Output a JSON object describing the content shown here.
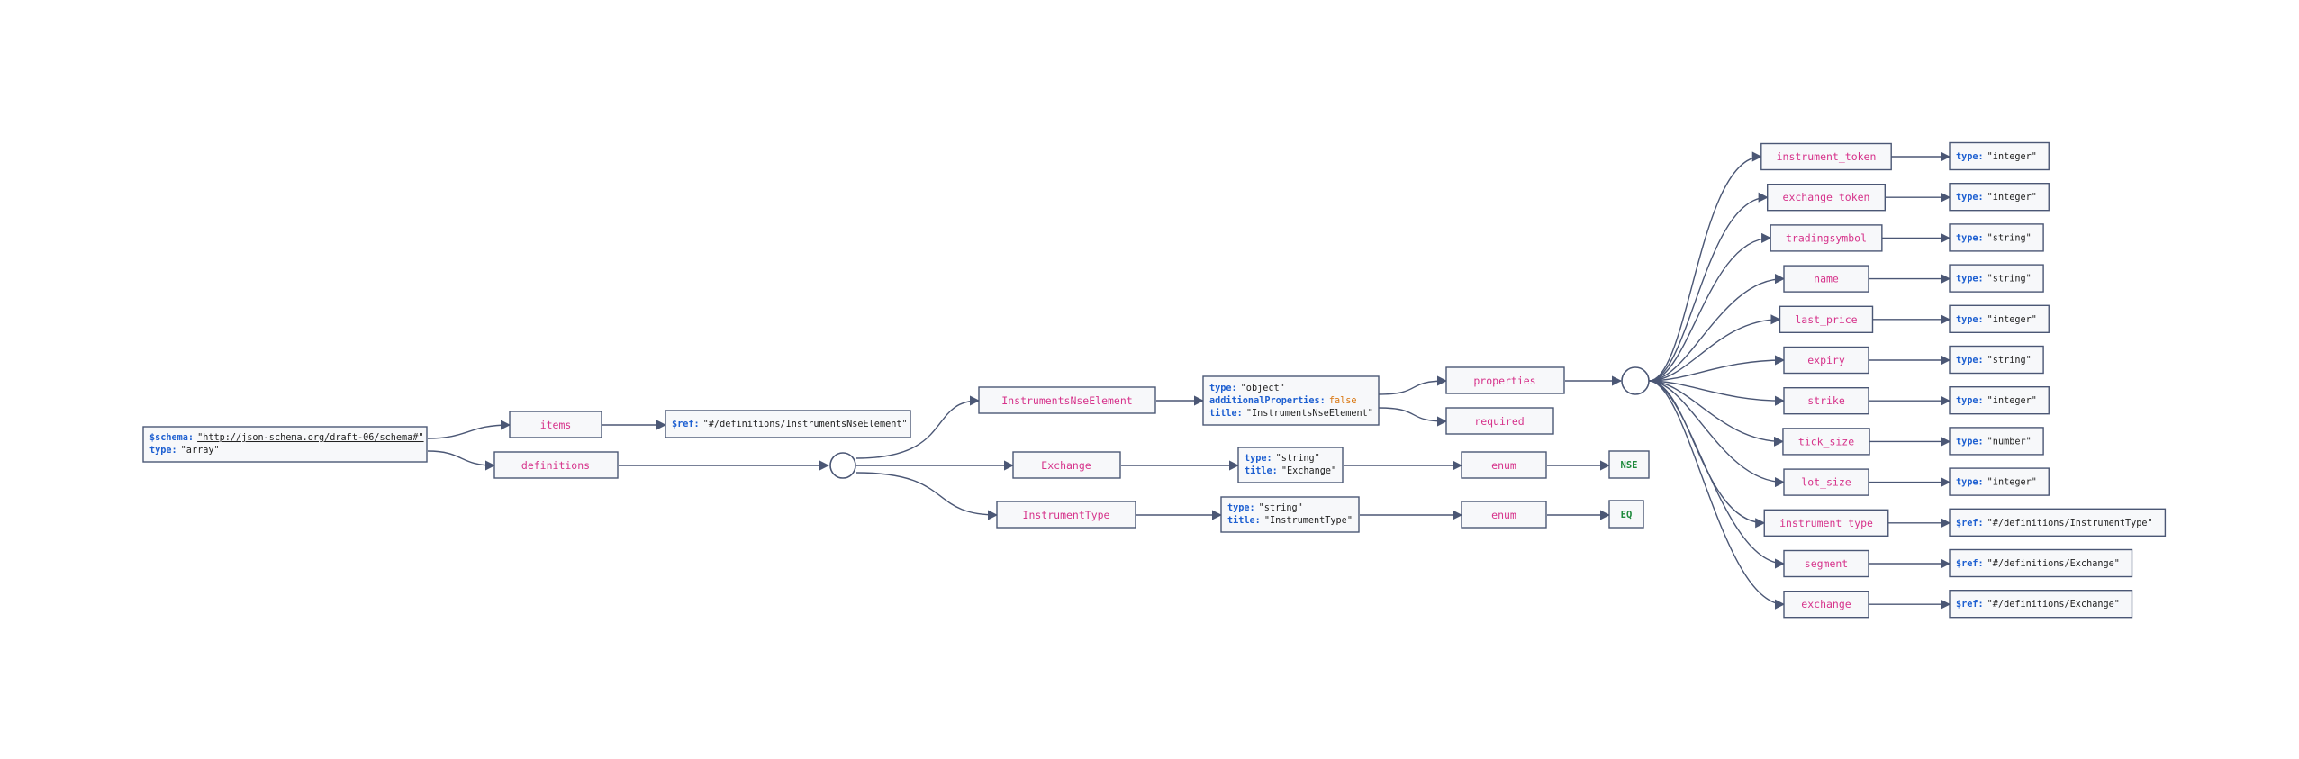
{
  "diagram": {
    "root": {
      "rows": [
        {
          "key": "$schema:",
          "value": "\"http://json-schema.org/draft-06/schema#\"",
          "value_style": "link"
        },
        {
          "key": "type:",
          "value": "\"array\"",
          "value_style": "plain"
        }
      ]
    },
    "items": {
      "label": "items"
    },
    "items_ref": {
      "rows": [
        {
          "key": "$ref:",
          "value": "\"#/definitions/InstrumentsNseElement\"",
          "value_style": "plain"
        }
      ]
    },
    "definitions": {
      "label": "definitions"
    },
    "instruments_nse_element": {
      "label": "InstrumentsNseElement"
    },
    "element_meta": {
      "rows": [
        {
          "key": "type:",
          "value": "\"object\"",
          "value_style": "plain"
        },
        {
          "key": "additionalProperties:",
          "value": "false",
          "value_style": "orange"
        },
        {
          "key": "title:",
          "value": "\"InstrumentsNseElement\"",
          "value_style": "plain"
        }
      ]
    },
    "properties": {
      "label": "properties"
    },
    "required": {
      "label": "required"
    },
    "exchange": {
      "label": "Exchange"
    },
    "exchange_meta": {
      "rows": [
        {
          "key": "type:",
          "value": "\"string\"",
          "value_style": "plain"
        },
        {
          "key": "title:",
          "value": "\"Exchange\"",
          "value_style": "plain"
        }
      ]
    },
    "exchange_enum": {
      "label": "enum"
    },
    "exchange_enum_value": {
      "label": "NSE"
    },
    "instrument_type": {
      "label": "InstrumentType"
    },
    "instrument_type_meta": {
      "rows": [
        {
          "key": "type:",
          "value": "\"string\"",
          "value_style": "plain"
        },
        {
          "key": "title:",
          "value": "\"InstrumentType\"",
          "value_style": "plain"
        }
      ]
    },
    "instrument_type_enum": {
      "label": "enum"
    },
    "instrument_type_enum_value": {
      "label": "EQ"
    },
    "property_list": [
      {
        "name": "instrument_token",
        "key": "type:",
        "value": "\"integer\""
      },
      {
        "name": "exchange_token",
        "key": "type:",
        "value": "\"integer\""
      },
      {
        "name": "tradingsymbol",
        "key": "type:",
        "value": "\"string\""
      },
      {
        "name": "name",
        "key": "type:",
        "value": "\"string\""
      },
      {
        "name": "last_price",
        "key": "type:",
        "value": "\"integer\""
      },
      {
        "name": "expiry",
        "key": "type:",
        "value": "\"string\""
      },
      {
        "name": "strike",
        "key": "type:",
        "value": "\"integer\""
      },
      {
        "name": "tick_size",
        "key": "type:",
        "value": "\"number\""
      },
      {
        "name": "lot_size",
        "key": "type:",
        "value": "\"integer\""
      },
      {
        "name": "instrument_type",
        "key": "$ref:",
        "value": "\"#/definitions/InstrumentType\""
      },
      {
        "name": "segment",
        "key": "$ref:",
        "value": "\"#/definitions/Exchange\""
      },
      {
        "name": "exchange",
        "key": "$ref:",
        "value": "\"#/definitions/Exchange\""
      }
    ],
    "colors": {
      "edge": "#4b5775",
      "box_fill": "#f7f8fa",
      "key_label": "#d6338b",
      "schema_key": "#1d5fd1",
      "false_value": "#d9760f",
      "enum_value": "#1e8a3c"
    }
  }
}
